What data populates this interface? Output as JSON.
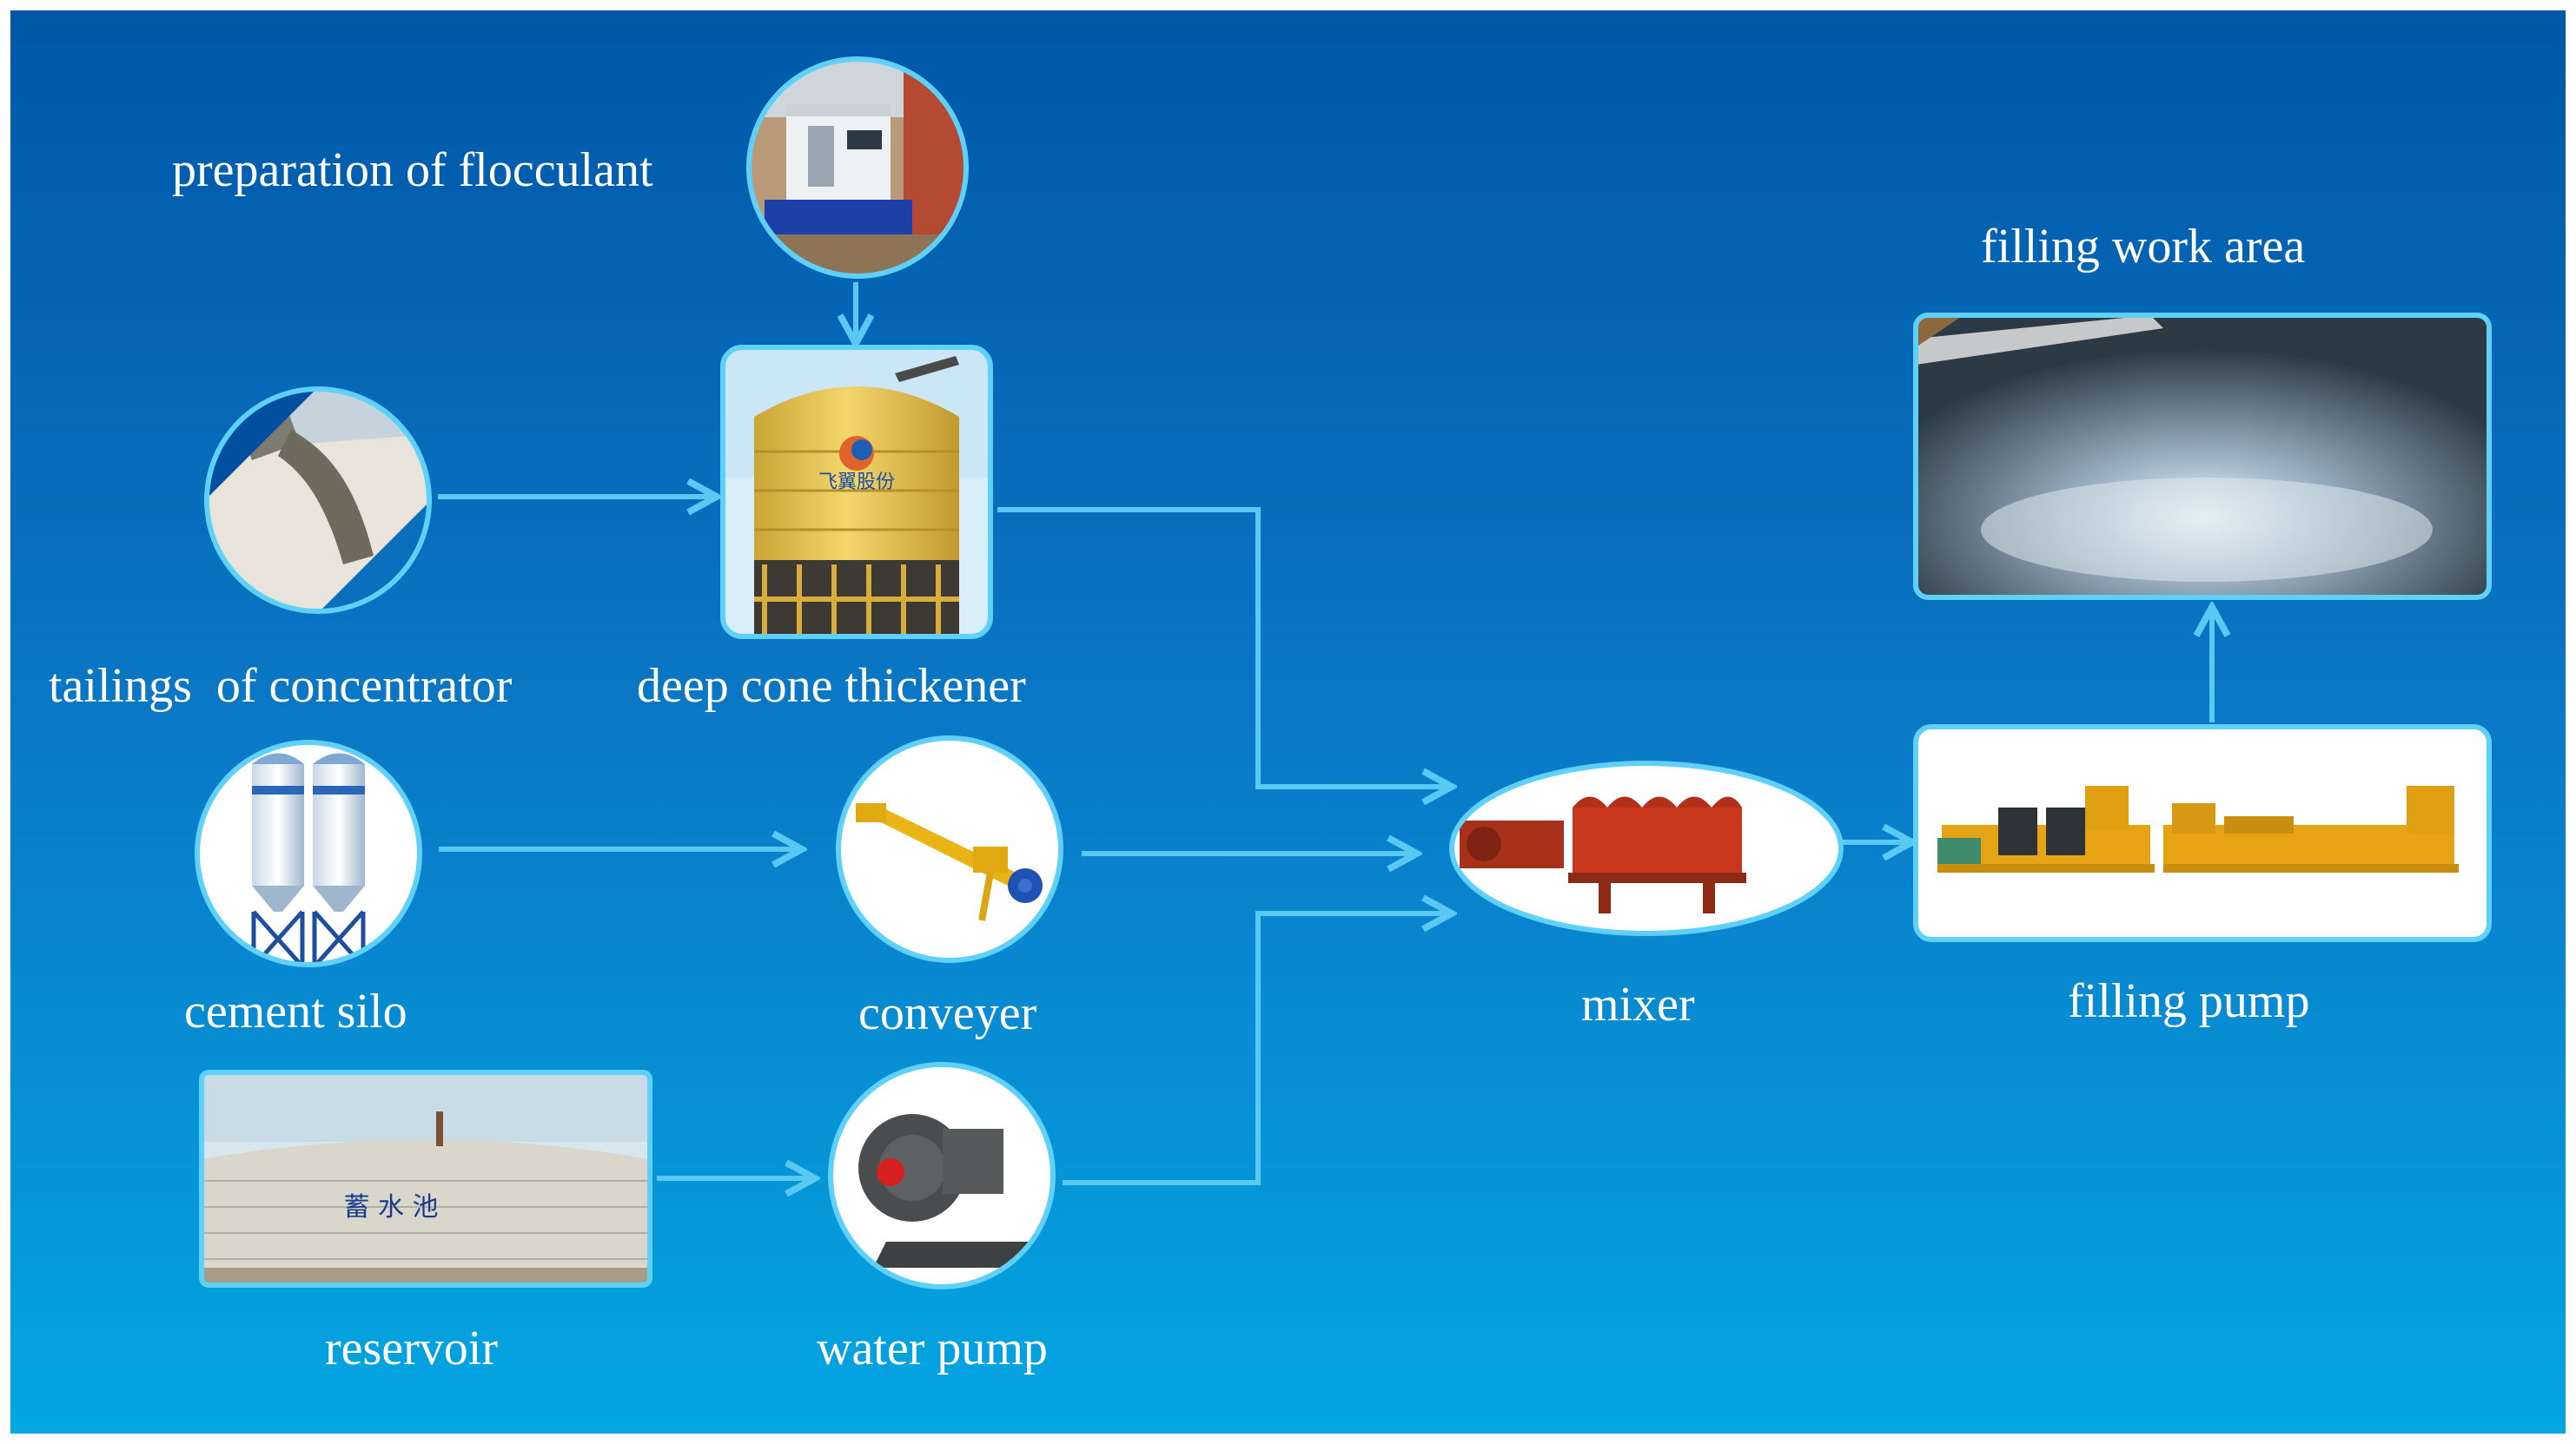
{
  "nodes": {
    "flocculant": {
      "label": "preparation of flocculant",
      "icon": "flocculant-dosing-unit-photo"
    },
    "tailings": {
      "label": "tailings  of concentrator",
      "icon": "tailings-discharge-pipe-photo"
    },
    "thickener": {
      "label": "deep cone thickener",
      "icon": "yellow-thickener-tank-photo",
      "logo_text": "飞翼股份"
    },
    "cement_silo": {
      "label": "cement silo",
      "icon": "cement-silos-photo"
    },
    "conveyer": {
      "label": "conveyer",
      "icon": "screw-conveyor-photo"
    },
    "reservoir": {
      "label": "reservoir",
      "icon": "water-reservoir-photo",
      "sign_text": "蓄 水 池"
    },
    "water_pump": {
      "label": "water pump",
      "icon": "slurry-pump-photo"
    },
    "mixer": {
      "label": "mixer",
      "icon": "twin-shaft-mixer-photo"
    },
    "filling_pump": {
      "label": "filling pump",
      "icon": "filling-pump-units-photo"
    },
    "work_area": {
      "label": "filling work area",
      "icon": "underground-stope-photo"
    }
  },
  "colors": {
    "background_top": "#0057a8",
    "background_bottom": "#03a6e3",
    "arrow": "#59c8f3",
    "frame": "#5fd0f8",
    "text": "#ffffff"
  }
}
